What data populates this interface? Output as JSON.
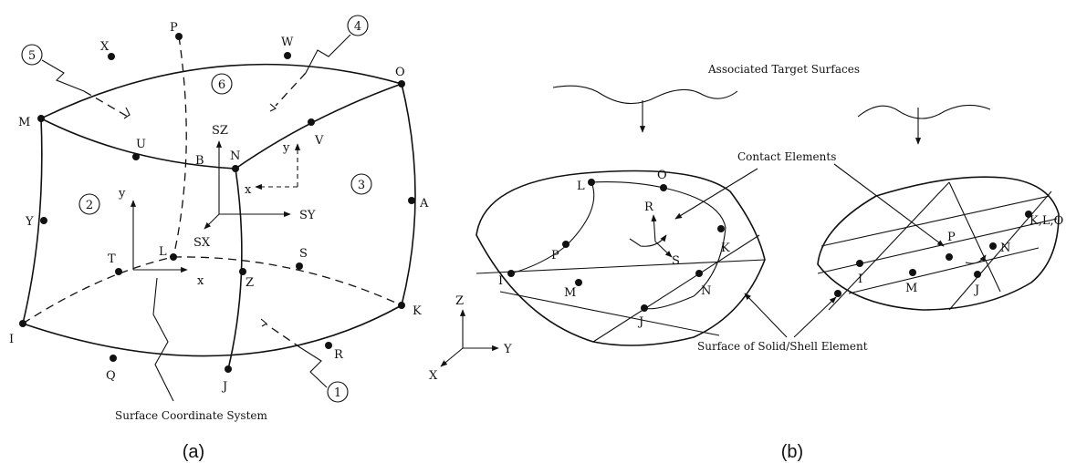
{
  "panel_a": {
    "caption": "(a)",
    "nodes": {
      "I": "I",
      "J": "J",
      "K": "K",
      "L": "L",
      "M": "M",
      "N": "N",
      "O": "O",
      "P": "P",
      "Q": "Q",
      "R": "R",
      "S": "S",
      "T": "T",
      "U": "U",
      "V": "V",
      "W": "W",
      "X": "X",
      "Y": "Y",
      "Z": "Z",
      "A": "A",
      "B": "B"
    },
    "face_numbers": [
      "1",
      "2",
      "3",
      "4",
      "5",
      "6"
    ],
    "axes": {
      "SZ": "SZ",
      "SY": "SY",
      "SX": "SX",
      "y1": "y",
      "x1": "x",
      "y2": "y",
      "x2": "x"
    },
    "note": "Surface Coordinate System"
  },
  "global_axes": {
    "z": "Z",
    "y": "Y",
    "x": "X"
  },
  "panel_b": {
    "caption": "(b)",
    "title": "Associated Target Surfaces",
    "contact_label": "Contact Elements",
    "surface_label": "Surface of Solid/Shell Element",
    "left": {
      "I": "I",
      "J": "J",
      "K": "K",
      "L": "L",
      "M": "M",
      "N": "N",
      "O": "O",
      "P": "P",
      "R": "R",
      "S": "S"
    },
    "right": {
      "I": "I",
      "J": "J",
      "KLO": "K,L,O",
      "M": "M",
      "N": "N",
      "P": "P"
    }
  }
}
